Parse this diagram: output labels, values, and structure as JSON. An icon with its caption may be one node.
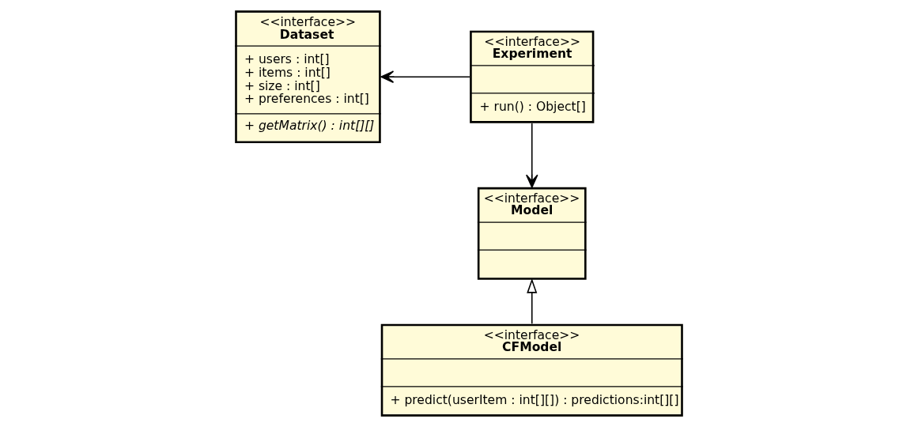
{
  "diagram": {
    "nodes": [
      {
        "text": [
          "<<interface>>",
          "Dataset",
          "+ users : int[]",
          "+ items : int[]",
          "+ size : int[]",
          "+ preferences : int[]",
          "+ getMatrix() : int[][]"
        ]
      },
      {
        "text": [
          "<<interface>>",
          "Experiment",
          "+ run() : Object[]"
        ]
      },
      {
        "text": [
          "<<interface>>",
          "Model"
        ]
      },
      {
        "text": [
          "<<interface>>",
          "CFModel",
          "+ predict(userItem : int[][]) : predictions:int[][]"
        ]
      }
    ],
    "edges": [
      {
        "from": 1,
        "to": 0,
        "arrow": "to"
      },
      {
        "from": 1,
        "to": 2,
        "arrow": "to"
      },
      {
        "from": 3,
        "to": 2,
        "arrow": "to"
      }
    ]
  }
}
